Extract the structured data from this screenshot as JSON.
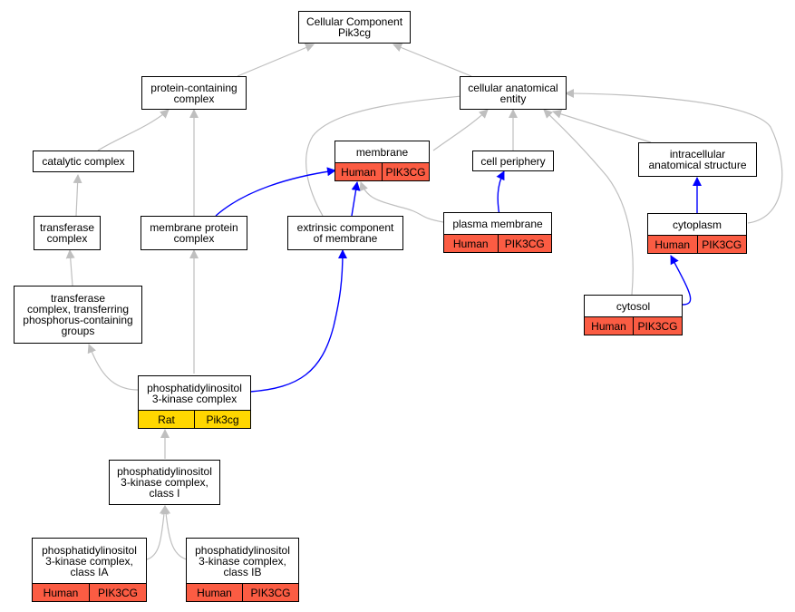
{
  "nodes": {
    "cc_pik3cg": {
      "label": "Cellular Component\nPik3cg"
    },
    "protein_containing": {
      "label": "protein-containing\ncomplex"
    },
    "anatomical_entity": {
      "label": "cellular anatomical\nentity"
    },
    "catalytic": {
      "label": "catalytic complex"
    },
    "membrane": {
      "label": "membrane",
      "species": "Human",
      "gene": "PIK3CG"
    },
    "cell_periphery": {
      "label": "cell periphery"
    },
    "intracellular": {
      "label": "intracellular\nanatomical structure"
    },
    "transferase": {
      "label": "transferase\ncomplex"
    },
    "membrane_protein": {
      "label": "membrane protein\ncomplex"
    },
    "extrinsic": {
      "label": "extrinsic component\nof membrane"
    },
    "plasma_membrane": {
      "label": "plasma membrane",
      "species": "Human",
      "gene": "PIK3CG"
    },
    "cytoplasm": {
      "label": "cytoplasm",
      "species": "Human",
      "gene": "PIK3CG"
    },
    "cytosol": {
      "label": "cytosol",
      "species": "Human",
      "gene": "PIK3CG"
    },
    "transferase_phos": {
      "label": "transferase\ncomplex, transferring\nphosphorus-containing\ngroups"
    },
    "pi3k": {
      "label": "phosphatidylinositol\n3-kinase complex",
      "species": "Rat",
      "gene": "Pik3cg"
    },
    "pi3k_class1": {
      "label": "phosphatidylinositol\n3-kinase complex,\nclass I"
    },
    "pi3k_class1a": {
      "label": "phosphatidylinositol\n3-kinase complex,\nclass IA",
      "species": "Human",
      "gene": "PIK3CG"
    },
    "pi3k_class1b": {
      "label": "phosphatidylinositol\n3-kinase complex,\nclass IB",
      "species": "Human",
      "gene": "PIK3CG"
    }
  },
  "edge_colors": {
    "is_a": "#bfbfbf",
    "part_of": "#0000ff"
  },
  "tag_colors": {
    "Human": "#fb5c43",
    "Rat": "#ffd700"
  }
}
